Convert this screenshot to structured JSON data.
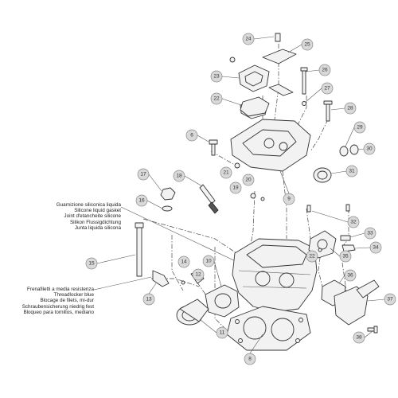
{
  "notes": {
    "silicone_gasket": [
      "Guarnizione siliconica liquida",
      "Silicone liquid gasket",
      "Joint d'etancheite silicone",
      "Silikon Flussigdichtung",
      "Junta liquida silicona"
    ],
    "threadlocker": [
      "Frenafiletti a media resistenza",
      "Threadlocker blue",
      "Blocage de filets, mi-dur",
      "Schraubensicherung niedrig fest",
      "Bloqueo para tornillos, mediano"
    ]
  },
  "callouts": {
    "c8": "8",
    "c9": "9",
    "c10": "10",
    "c11": "11",
    "c12": "12",
    "c13": "13",
    "c14": "14",
    "c15": "15",
    "c16": "16",
    "c17": "17",
    "c18": "18",
    "c19": "19",
    "c20": "20",
    "c21": "21",
    "c22": "22",
    "c23": "23",
    "c24": "24",
    "c25": "25",
    "c26": "26",
    "c27": "27",
    "c28": "28",
    "c29": "29",
    "c30": "30",
    "c31": "31",
    "c32": "32",
    "c33": "33",
    "c34": "34",
    "c35": "35",
    "c36": "36",
    "c37": "37",
    "c38": "38",
    "c6": "6"
  }
}
